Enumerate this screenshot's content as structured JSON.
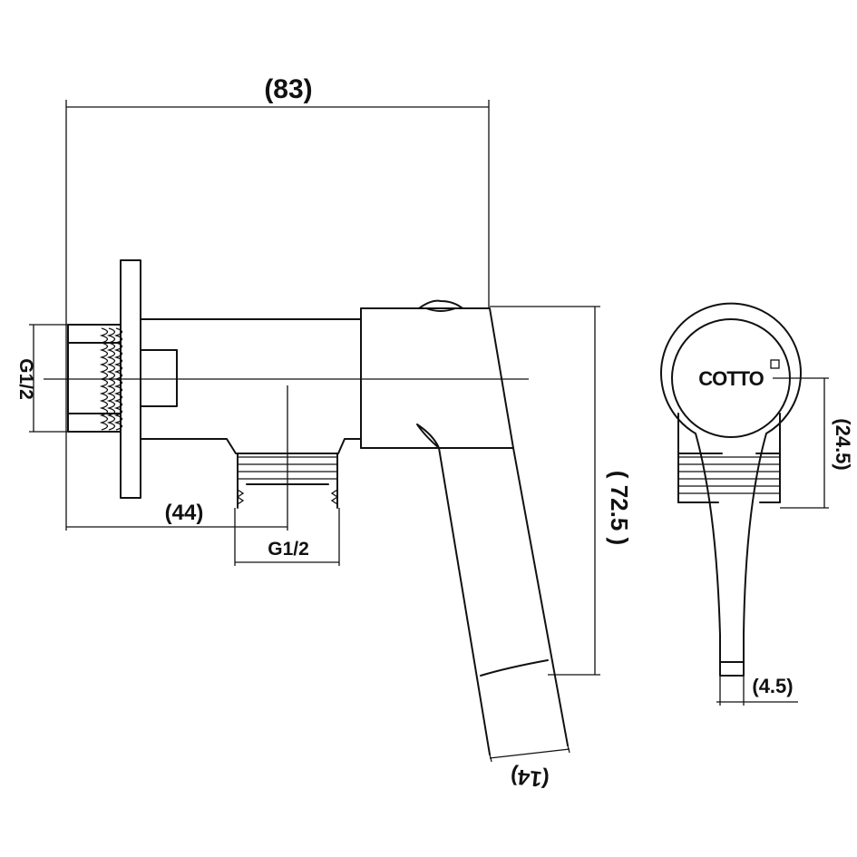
{
  "dimensions": {
    "overall_length": "(83)",
    "outlet_offset": "(44)",
    "inlet_thread": "G1/2",
    "outlet_thread": "G1/2",
    "height": "( 72.5 )",
    "handle_width": "(14)",
    "side_height": "(24.5)",
    "side_thickness": "(4.5)"
  },
  "brand": {
    "logo_text": "COTTO"
  },
  "colors": {
    "stroke": "#111111",
    "background": "#ffffff"
  }
}
